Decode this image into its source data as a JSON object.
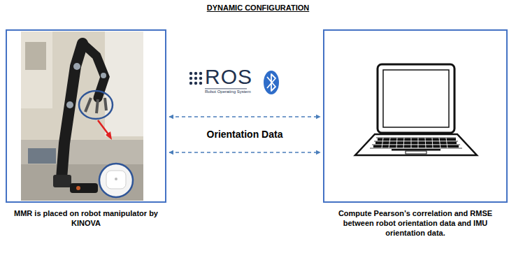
{
  "diagram": {
    "title": "DYNAMIC CONFIGURATION",
    "nodes": [
      {
        "text": [
          "MMR is placed on robot manipulator by KINOVA"
        ]
      },
      {
        "text": [
          "Compute Pearson’s correlation and RMSE between robot orientation data and IMU orientation data."
        ]
      }
    ],
    "edges": [
      {
        "from": 0,
        "to": 1,
        "arrow": "both"
      },
      {
        "from": 0,
        "to": 1,
        "arrow": "both"
      }
    ],
    "labels": [
      "ROS",
      "Robot Operating System",
      "Orientation Data"
    ]
  }
}
